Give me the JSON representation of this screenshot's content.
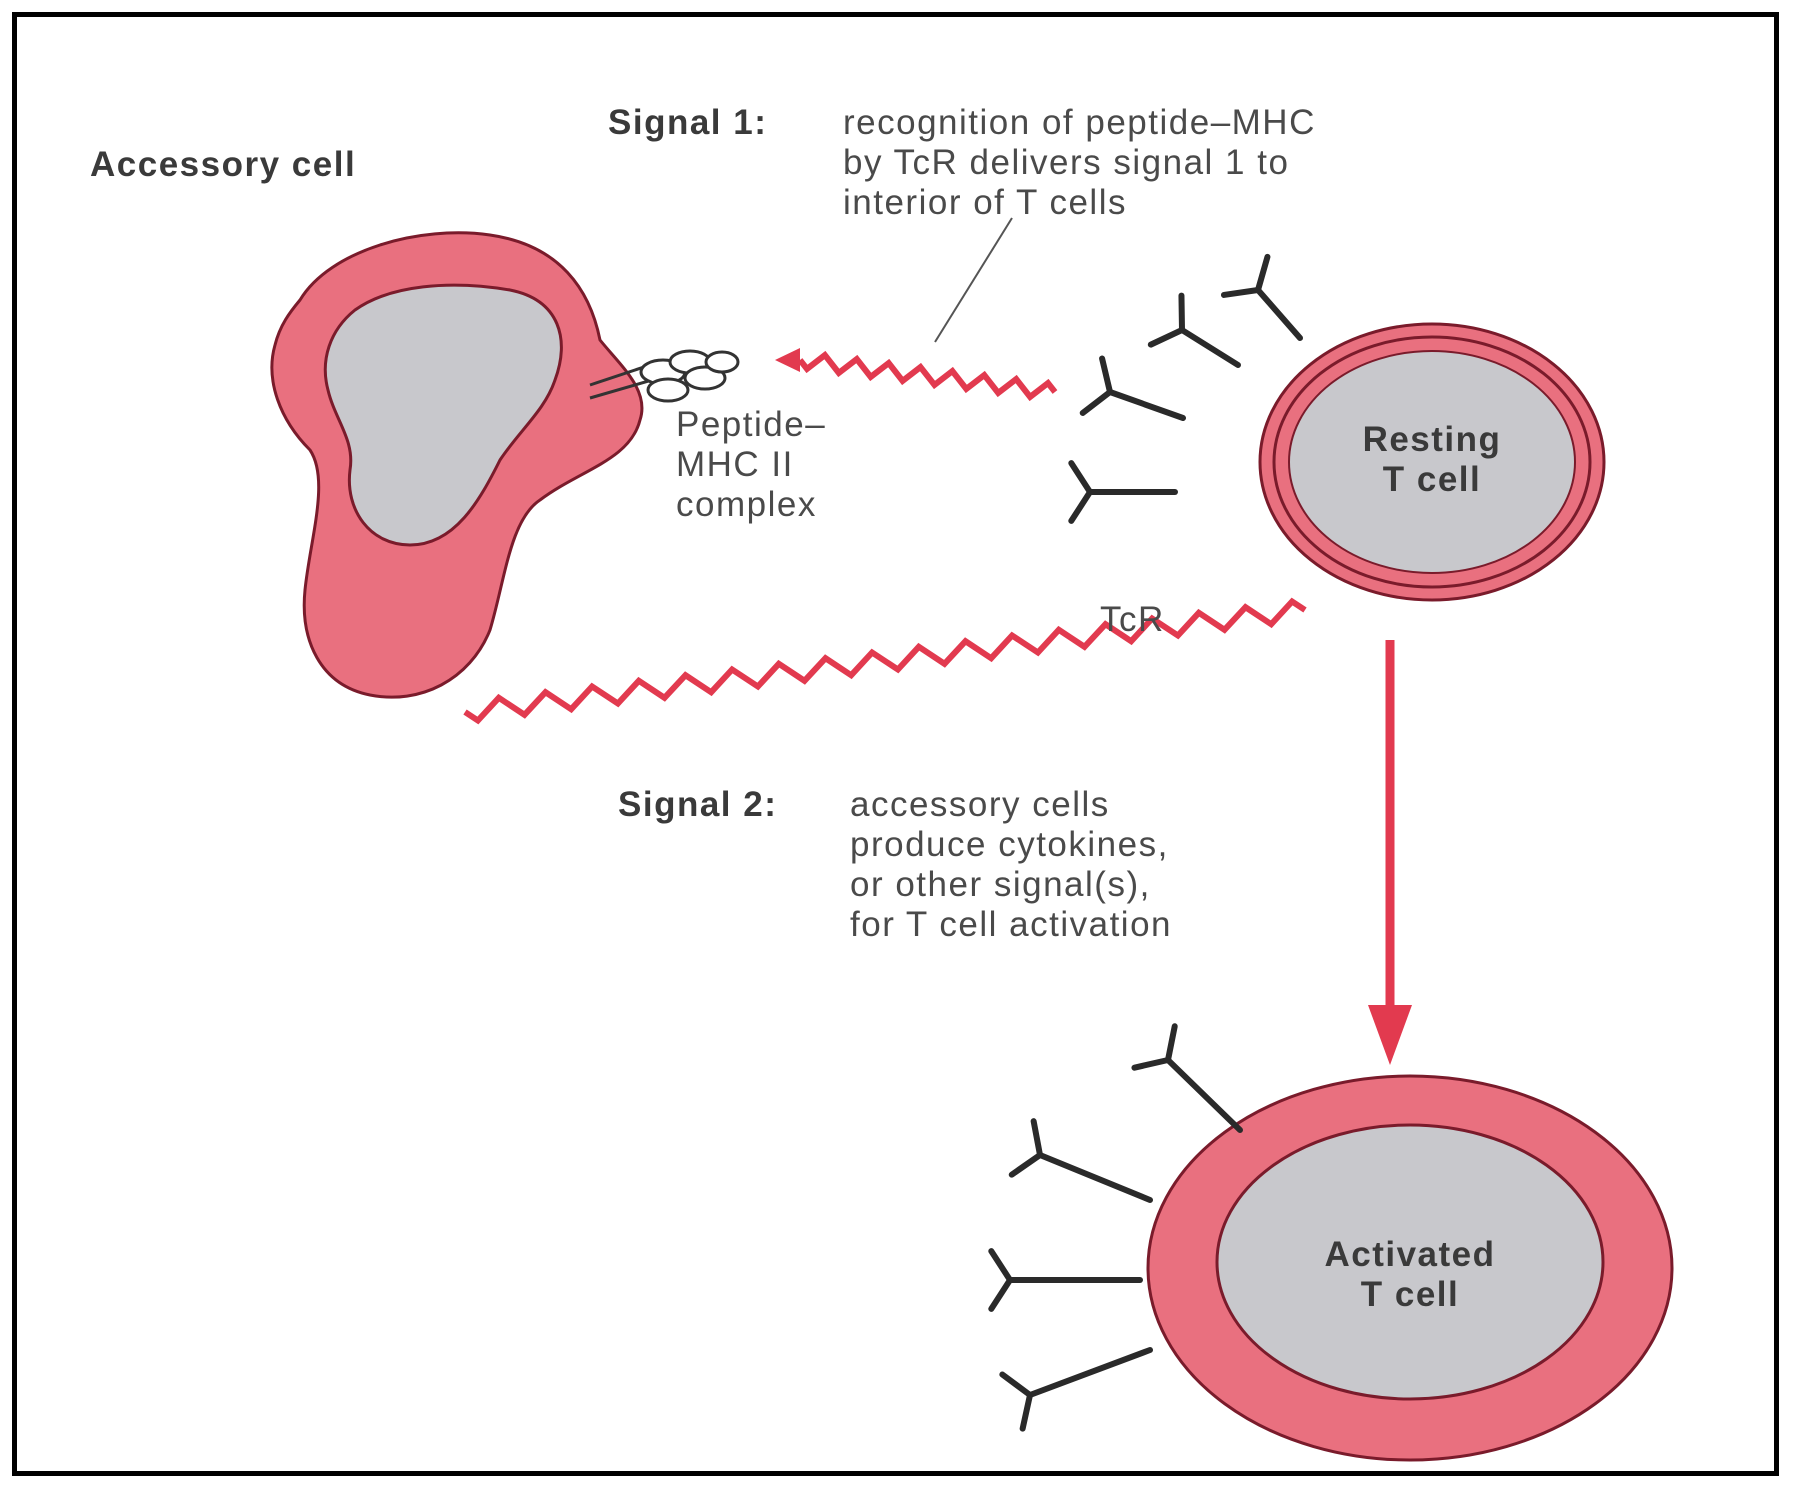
{
  "labels": {
    "accessory_cell": "Accessory cell",
    "signal1_head": "Signal 1:",
    "signal1_text": "recognition of peptide–MHC\nby TcR delivers signal 1 to\ninterior of T cells",
    "peptide_mhc": "Peptide–\nMHC II\ncomplex",
    "resting_tcell": "Resting\nT cell",
    "tcr": "TcR",
    "signal2_head": "Signal 2:",
    "signal2_text": "accessory cells\nproduce cytokines,\nor other signal(s),\nfor T cell activation",
    "activated_tcell": "Activated\nT cell"
  },
  "colors": {
    "membrane": "#e9707f",
    "membrane_dark": "#b0303f",
    "cytoplasm": "#c8c8cc",
    "signal": "#e23a4f",
    "receptor": "#2a2a2a"
  }
}
